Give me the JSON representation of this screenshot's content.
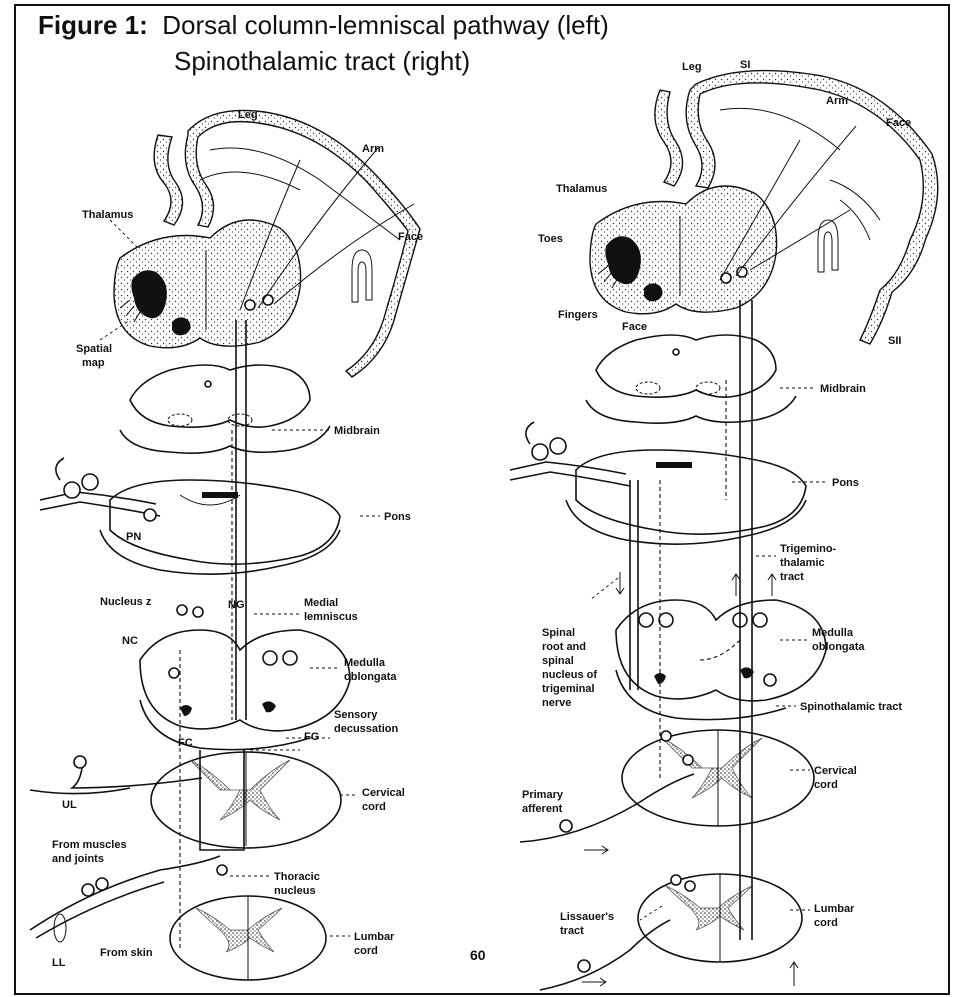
{
  "title": {
    "figure_label": "Figure 1:",
    "line1": "Dorsal column-lemniscal pathway (left)",
    "line2": "Spinothalamic tract (right)"
  },
  "left_panel": {
    "leg": "Leg",
    "arm": "Arm",
    "face": "Face",
    "thalamus": "Thalamus",
    "spatial_map_1": "Spatial",
    "spatial_map_2": "map",
    "midbrain": "Midbrain",
    "pons": "Pons",
    "pn": "PN",
    "nucleus_z": "Nucleus z",
    "ng": "NG",
    "nc": "NC",
    "medial_lemniscus_1": "Medial",
    "medial_lemniscus_2": "lemniscus",
    "medulla_1": "Medulla",
    "medulla_2": "oblongata",
    "sensory_decussation_1": "Sensory",
    "sensory_decussation_2": "decussation",
    "fc": "FC",
    "fg": "FG",
    "ul": "UL",
    "cervical_1": "Cervical",
    "cervical_2": "cord",
    "from_muscles_1": "From muscles",
    "from_muscles_2": "and joints",
    "thoracic_1": "Thoracic",
    "thoracic_2": "nucleus",
    "ll": "LL",
    "from_skin": "From skin",
    "lumbar_1": "Lumbar",
    "lumbar_2": "cord"
  },
  "right_panel": {
    "leg": "Leg",
    "si": "SI",
    "arm": "Arm",
    "face_top": "Face",
    "thalamus": "Thalamus",
    "toes": "Toes",
    "fingers": "Fingers",
    "face": "Face",
    "sii": "SII",
    "midbrain": "Midbrain",
    "pons": "Pons",
    "trigemino_1": "Trigemino-",
    "trigemino_2": "thalamic",
    "trigemino_3": "tract",
    "spinal_root_1": "Spinal",
    "spinal_root_2": "root and",
    "spinal_root_3": "spinal",
    "spinal_root_4": "nucleus of",
    "spinal_root_5": "trigeminal",
    "spinal_root_6": "nerve",
    "medulla_1": "Medulla",
    "medulla_2": "oblongata",
    "spinothalamic": "Spinothalamic tract",
    "cervical_1": "Cervical",
    "cervical_2": "cord",
    "primary_afferent_1": "Primary",
    "primary_afferent_2": "afferent",
    "lissauer_1": "Lissauer's",
    "lissauer_2": "tract",
    "lumbar_1": "Lumbar",
    "lumbar_2": "cord"
  },
  "page_number": "60"
}
